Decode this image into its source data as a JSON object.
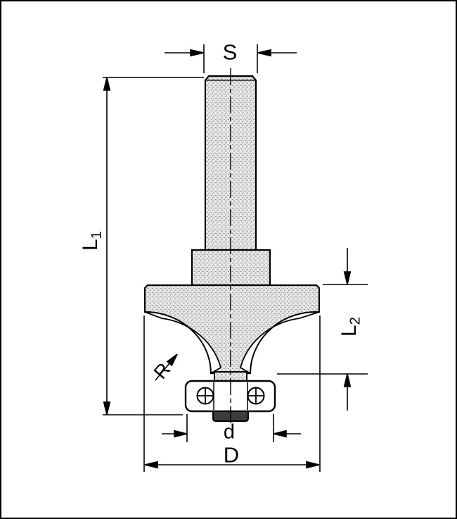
{
  "figure": {
    "labels": {
      "shank_diameter": "S",
      "total_length_base": "L",
      "total_length_sub": "1",
      "cut_length_base": "L",
      "cut_length_sub": "2",
      "radius": "R",
      "bearing_diameter": "d",
      "outer_diameter": "D"
    },
    "colors": {
      "line": "#000000",
      "background": "#ffffff",
      "metal_fill": "#ebebeb",
      "metal_dot": "#7a7a7a",
      "bearing_fill": "#ffffff",
      "nut_fill": "#3c3c3c"
    }
  }
}
